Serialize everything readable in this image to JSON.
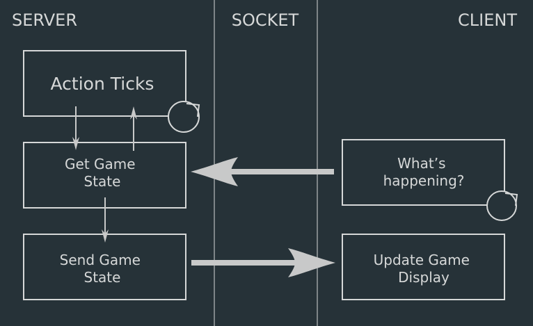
{
  "lanes": {
    "server": "SERVER",
    "socket": "SOCKET",
    "client": "CLIENT"
  },
  "boxes": {
    "action_ticks": "Action Ticks",
    "get_game_state": [
      "Get Game",
      "State"
    ],
    "send_game_state": [
      "Send Game",
      "State"
    ],
    "whats_happening": [
      "What’s",
      "happening?"
    ],
    "update_game_display": [
      "Update Game",
      "Display"
    ]
  },
  "colors": {
    "background": "#263238",
    "foreground": "#d6d8d8",
    "arrow": "#c8c9c9"
  }
}
